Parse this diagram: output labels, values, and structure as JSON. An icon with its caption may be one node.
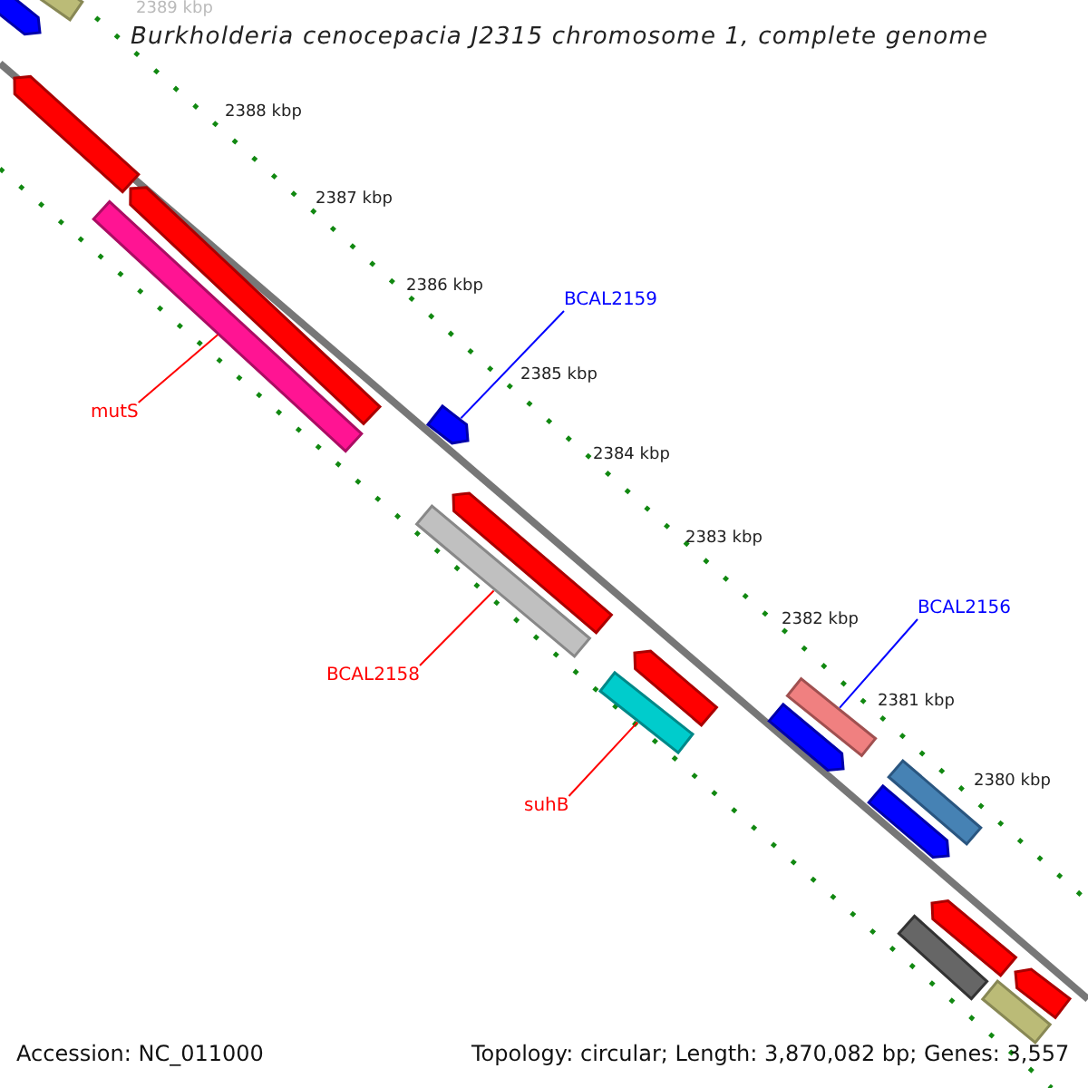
{
  "diagram": {
    "title": "Burkholderia cenocepacia J2315 chromosome 1, complete genome",
    "nodes": [
      {
        "text": [
          "mutS"
        ]
      },
      {
        "text": [],
        "shape": "bar"
      },
      {
        "text": [
          "BCAL2159"
        ]
      },
      {
        "text": [],
        "shape": "arrow"
      },
      {
        "text": [
          "BCAL2158"
        ]
      },
      {
        "text": [],
        "shape": "bar"
      },
      {
        "text": [
          "suhB"
        ]
      },
      {
        "text": [],
        "shape": "bar"
      },
      {
        "text": [
          "BCAL2156"
        ]
      },
      {
        "text": [],
        "shape": "bar"
      },
      {
        "text": [],
        "shape": "arrow"
      },
      {
        "text": [],
        "shape": "bar"
      },
      {
        "text": [],
        "shape": "arrow"
      },
      {
        "text": [],
        "shape": "arrow"
      },
      {
        "text": [],
        "shape": "arrow"
      },
      {
        "text": [],
        "shape": "arrow"
      },
      {
        "text": [],
        "shape": "arrow"
      },
      {
        "text": [],
        "shape": "bar"
      },
      {
        "text": [],
        "shape": "arrow"
      },
      {
        "text": [],
        "shape": "arrow"
      },
      {
        "text": [],
        "shape": "bar"
      },
      {
        "text": [],
        "shape": "arrow"
      },
      {
        "text": [],
        "shape": "bar"
      }
    ],
    "edges": [
      {
        "from": 0,
        "to": 1,
        "arrow": "none"
      },
      {
        "from": 2,
        "to": 3,
        "arrow": "none",
        "color": "#0000ff"
      },
      {
        "from": 4,
        "to": 5,
        "arrow": "none"
      },
      {
        "from": 6,
        "to": 7,
        "arrow": "none"
      },
      {
        "from": 8,
        "to": 9,
        "arrow": "none",
        "color": "#0000ff"
      }
    ],
    "labels": [
      "2389 kbp",
      "2388 kbp",
      "2387 kbp",
      "2386 kbp",
      "2385 kbp",
      "2384 kbp",
      "2383 kbp",
      "2382 kbp",
      "2381 kbp",
      "2380 kbp",
      "Accession: NC_011000",
      "Topology: circular; Length: 3,870,082 bp; Genes: 3,557"
    ]
  }
}
